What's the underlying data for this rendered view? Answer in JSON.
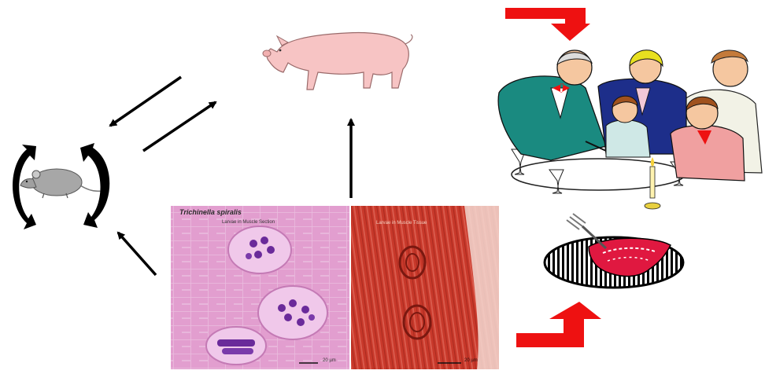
{
  "micrograph": {
    "title": "Trichinella spiralis",
    "cross_section_caption": "Larvae in Muscle Section",
    "longitudinal_caption": "Larvae in Muscle Tissue",
    "scale_left": "20 µm",
    "scale_right": "20 µm"
  },
  "icons": {
    "pig": "pig-icon",
    "rodent": "rat-icon",
    "diners": "dining-people-icon",
    "meat": "raw-meat-plate-icon"
  },
  "colors": {
    "arrow_black": "#000000",
    "arrow_red": "#ee1111",
    "pig_pink": "#f7c4c4",
    "stain_pink": "#d98fc4",
    "muscle_red": "#c23526",
    "larva_purple": "#6a2a9a"
  }
}
